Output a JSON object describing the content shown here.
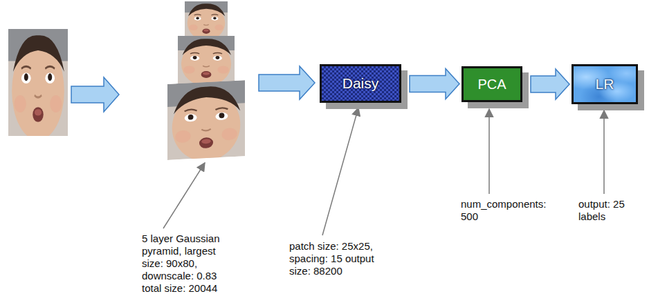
{
  "diagram": {
    "nodes": [
      {
        "text": [
          "Daisy"
        ]
      },
      {
        "text": [
          "PCA"
        ]
      },
      {
        "text": [
          "LR"
        ]
      }
    ],
    "edges": [
      {
        "from": 0,
        "to": 1,
        "arrow": "to"
      },
      {
        "from": 1,
        "to": 2,
        "arrow": "to"
      }
    ],
    "labels": [
      "5 layer Gaussian pyramid, largest size: 90x80, downscale: 0.83 total size: 20044",
      "patch size: 25x25, spacing: 15 output size: 88200",
      "num_components: 500",
      "output: 25 labels"
    ]
  }
}
